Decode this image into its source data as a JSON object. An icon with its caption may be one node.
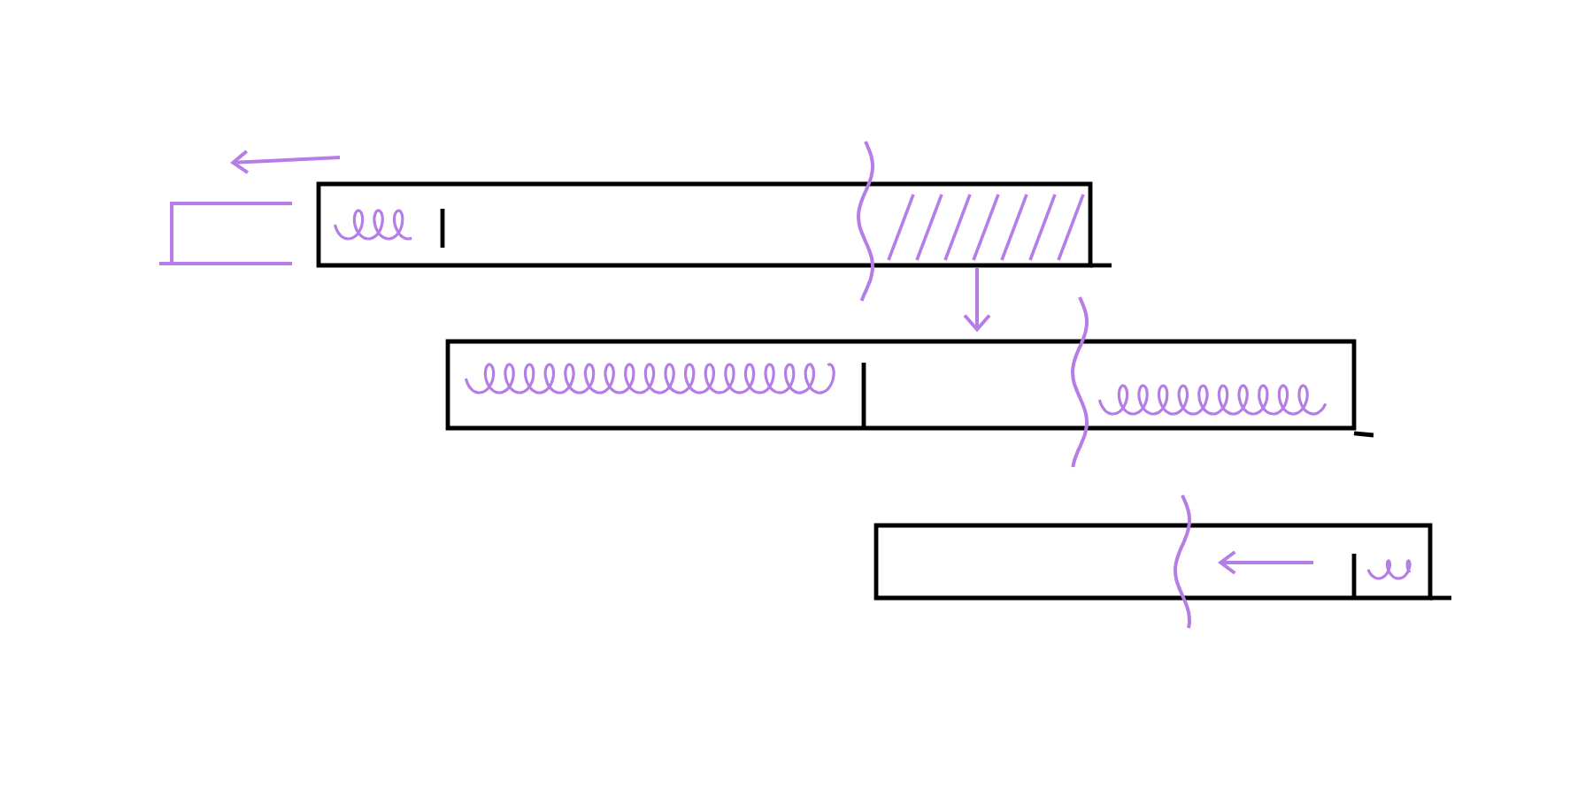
{
  "diagram": {
    "nodes": [
      {
        "text": [],
        "shape": "bar"
      },
      {
        "text": [],
        "shape": "bar"
      },
      {
        "text": [],
        "shape": "bar"
      }
    ],
    "edges": [
      {
        "from": 0,
        "to": 1,
        "arrow": "to",
        "color": "#b57ee6"
      }
    ]
  }
}
